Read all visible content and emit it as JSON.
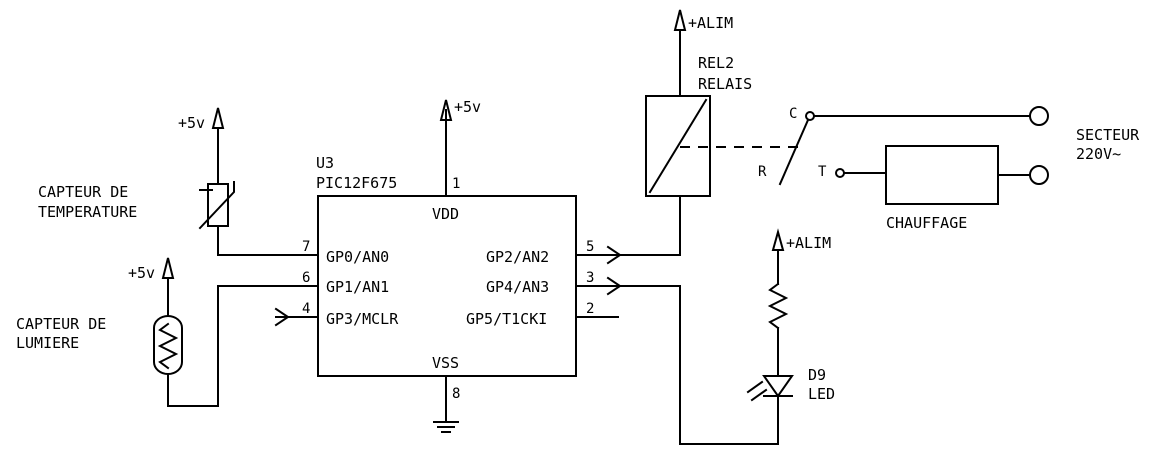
{
  "ic": {
    "ref": "U3",
    "part": "PIC12F675",
    "vdd": "VDD",
    "vss": "VSS",
    "pins_left": [
      {
        "num": "7",
        "name": "GP0/AN0"
      },
      {
        "num": "6",
        "name": "GP1/AN1"
      },
      {
        "num": "4",
        "name": "GP3/MCLR"
      }
    ],
    "pins_right": [
      {
        "num": "5",
        "name": "GP2/AN2"
      },
      {
        "num": "3",
        "name": "GP4/AN3"
      },
      {
        "num": "2",
        "name": "GP5/T1CKI"
      }
    ],
    "pin_vdd": "1",
    "pin_vss": "8"
  },
  "power": {
    "plus5v": "+5v",
    "alim": "+ALIM"
  },
  "sensors": {
    "temp_line1": "CAPTEUR DE",
    "temp_line2": "TEMPERATURE",
    "light_line1": "CAPTEUR DE",
    "light_line2": "LUMIERE"
  },
  "relay": {
    "ref": "REL2",
    "name": "RELAIS",
    "contact_c": "C",
    "contact_r": "R",
    "contact_t": "T"
  },
  "load": {
    "label": "CHAUFFAGE"
  },
  "mains": {
    "line1": "SECTEUR",
    "line2": "220V~"
  },
  "led": {
    "ref": "D9",
    "name": "LED"
  }
}
